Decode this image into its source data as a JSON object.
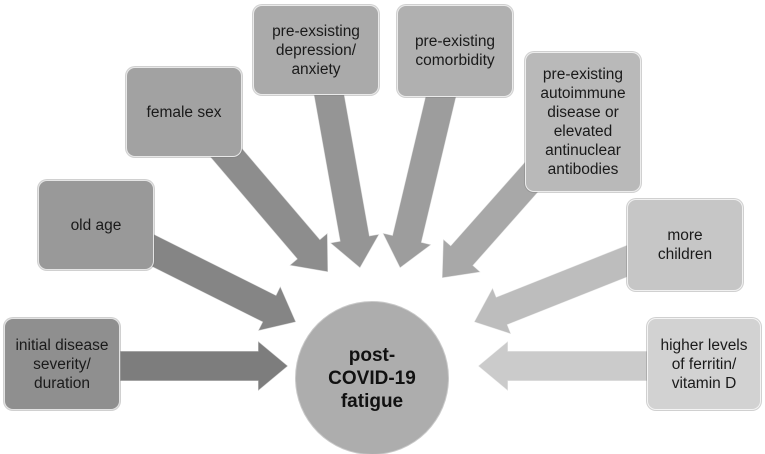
{
  "factors": [
    {
      "label": "initial disease\nseverity/\nduration",
      "color": "#8f8f8f",
      "arrow_color": "#7d7d7d"
    },
    {
      "label": "old age",
      "color": "#999999",
      "arrow_color": "#858585"
    },
    {
      "label": "female sex",
      "color": "#a2a2a2",
      "arrow_color": "#8d8d8d"
    },
    {
      "label": "pre-exsisting\ndepression/\nanxiety",
      "color": "#aaaaaa",
      "arrow_color": "#959595"
    },
    {
      "label": "pre-existing\ncomorbidity",
      "color": "#b0b0b0",
      "arrow_color": "#9d9d9d"
    },
    {
      "label": "pre-existing\nautoimmune\ndisease or\nelevated\nantinuclear\nantibodies",
      "color": "#b9b9b9",
      "arrow_color": "#a8a8a8"
    },
    {
      "label": "more\nchildren",
      "color": "#c6c6c6",
      "arrow_color": "#bdbdbd"
    },
    {
      "label": "higher levels\nof ferritin/\nvitamin D",
      "color": "#d2d2d2",
      "arrow_color": "#cbcbcb"
    }
  ],
  "center": {
    "label": "post-\nCOVID-19\nfatigue",
    "color": "#adadad"
  }
}
